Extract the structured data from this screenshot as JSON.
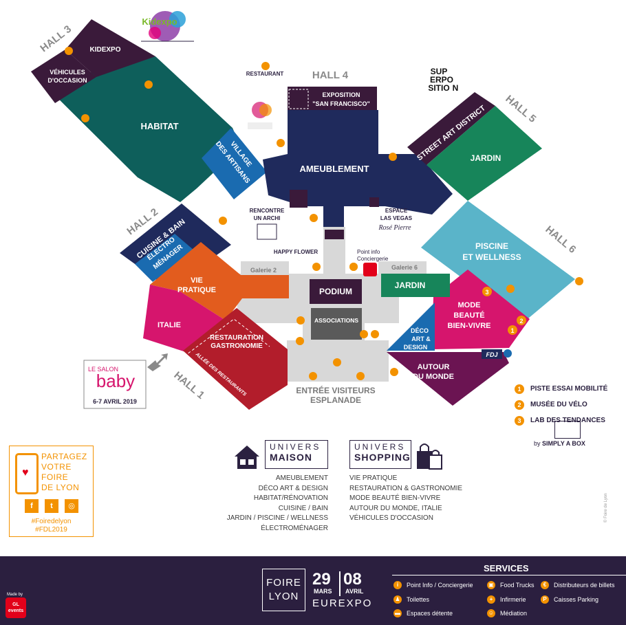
{
  "halls": {
    "hall3": "HALL 3",
    "hall4": "HALL 4",
    "hall5": "HALL 5",
    "hall6": "HALL 6",
    "hall2": "HALL 2",
    "hall1": "HALL 1"
  },
  "zones": {
    "kidexpo": "KIDEXPO",
    "vehicules_1": "VÉHICULES",
    "vehicules_2": "D'OCCASION",
    "habitat": "HABITAT",
    "village_1": "VILLAGE",
    "village_2": "DES ARTISANS",
    "restaurant": "RESTAURANT",
    "exposition_1": "EXPOSITION",
    "exposition_2": "\"SAN FRANCISCO\"",
    "ameublement": "AMEUBLEMENT",
    "street_art": "STREET ART DISTRICT",
    "jardin": "JARDIN",
    "rencontre_1": "RENCONTRE",
    "rencontre_2": "UN ARCHI",
    "espace_1": "ESPACE",
    "espace_2": "LAS VEGAS",
    "roche_bobois": "Rosé Pierre",
    "cuisine": "CUISINE & BAIN",
    "electro_1": "ÉLECTRO",
    "electro_2": "MÉNAGER",
    "happy_flower": "HAPPY FLOWER",
    "point_info_1": "Point info",
    "point_info_2": "Conciergerie",
    "piscine_1": "PISCINE",
    "piscine_2": "ET WELLNESS",
    "galerie2": "Galerie 2",
    "galerie6": "Galerie 6",
    "vie_1": "VIE",
    "vie_2": "PRATIQUE",
    "podium": "PODIUM",
    "jardin2": "JARDIN",
    "mode_1": "MODE",
    "mode_2": "BEAUTÉ",
    "mode_3": "BIEN-VIVRE",
    "italie": "ITALIE",
    "associations": "ASSOCIATIONS",
    "deco_1": "DÉCO",
    "deco_2": "ART &",
    "deco_3": "DESIGN",
    "restauration_1": "RESTAURATION",
    "restauration_2": "GASTRONOMIE",
    "allee": "ALLÉE DES RESTAURANTS",
    "autour_1": "AUTOUR",
    "autour_2": "DU MONDE",
    "fdj": "FDJ",
    "entree_1": "ENTRÉE VISITEURS",
    "entree_2": "ESPLANADE",
    "superexpo_1": "SUP",
    "superexpo_2": "ERPO",
    "superexpo_3": "SITIO",
    "superexpo_4": "N",
    "kidexpo_logo": "Kidexpo",
    "baby_1": "LE SALON",
    "baby_2": "baby",
    "baby_3": "6-7 AVRIL 2019"
  },
  "pins": {
    "one": "1",
    "two": "2",
    "three": "3"
  },
  "legend": {
    "items": [
      {
        "num": "1",
        "label": "PISTE ESSAI MOBILITÉ"
      },
      {
        "num": "2",
        "label": "MUSÉE DU VÉLO"
      },
      {
        "num": "3",
        "label": "LAB DES TENDANCES"
      }
    ],
    "by_prefix": "by",
    "by_brand": "SIMPLY A BOX"
  },
  "share": {
    "line1": "PARTAGEZ",
    "line2": "VOTRE",
    "line3": "FOIRE",
    "line4": "DE LYON",
    "tag1": "#Foiredelyon",
    "tag2": "#FDL2019",
    "facebook": "f",
    "twitter": "t",
    "instagram": "◎"
  },
  "univers_maison": {
    "label1": "UNIVERS",
    "label2": "MAISON",
    "items": [
      "AMEUBLEMENT",
      "DÉCO ART & DESIGN",
      "HABITAT/RÉNOVATION",
      "CUISINE / BAIN",
      "JARDIN / PISCINE / WELLNESS",
      "ÉLECTROMÉNAGER"
    ]
  },
  "univers_shopping": {
    "label1": "UNIVERS",
    "label2": "SHOPPING",
    "items": [
      "VIE PRATIQUE",
      "RESTAURATION & GASTRONOMIE",
      "MODE BEAUTÉ BIEN-VIVRE",
      "AUTOUR DU MONDE, ITALIE",
      "VÉHICULES D'OCCASION"
    ]
  },
  "footer": {
    "logo_line1": "FOIRE",
    "logo_line2": "LYON",
    "day1": "29",
    "month1": "MARS",
    "day2": "08",
    "month2": "AVRIL",
    "venue": "EUREXPO",
    "services_title": "SERVICES",
    "services": {
      "info": "Point Info / Conciergerie",
      "toilettes": "Toilettes",
      "detente": "Espaces détente",
      "food": "Food Trucks",
      "infirmerie": "Infirmerie",
      "mediation": "Médiation",
      "billets": "Distributeurs de billets",
      "parking": "Caisses Parking"
    },
    "made_by_label": "Made by",
    "made_by_brand": "GL events"
  },
  "colors": {
    "navy": "#1f2a5c",
    "teal_dark": "#0e5f5b",
    "plum": "#3a1a3a",
    "blue": "#1a6bb0",
    "green": "#17855a",
    "sky": "#5ab4c9",
    "orange": "#e25c1e",
    "magenta": "#d6156d",
    "red": "#b21d2b",
    "purple": "#6b1452",
    "grey": "#6a6a6a",
    "accent": "#f39200",
    "footer": "#2b1f3f"
  }
}
